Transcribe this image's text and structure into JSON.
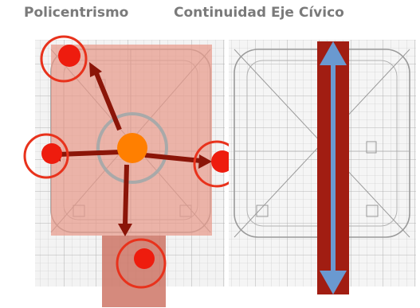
{
  "titles": {
    "left": "Policentrismo",
    "right": "Continuidad Eje Cívico"
  },
  "colors": {
    "background": "#ffffff",
    "title_text": "#7a7a7a",
    "zone_fill": "#e89a8a",
    "extension_fill": "#cc7060",
    "core_node": "#ff7f00",
    "node_fill": "#ee1c0e",
    "ring": "#e8321c",
    "arrow": "#8b1508",
    "axis_fill": "#a11d12",
    "axis_arrow": "#6a99d0",
    "grid_line": "#bcbcbc"
  },
  "diagrams": {
    "policentrismo": {
      "center_node": "core-node",
      "satellites": [
        "north-west-node",
        "west-node",
        "east-node",
        "south-node"
      ]
    },
    "eje_civico": {
      "axis": "vertical-civic-axis",
      "direction": "bidirectional"
    }
  }
}
